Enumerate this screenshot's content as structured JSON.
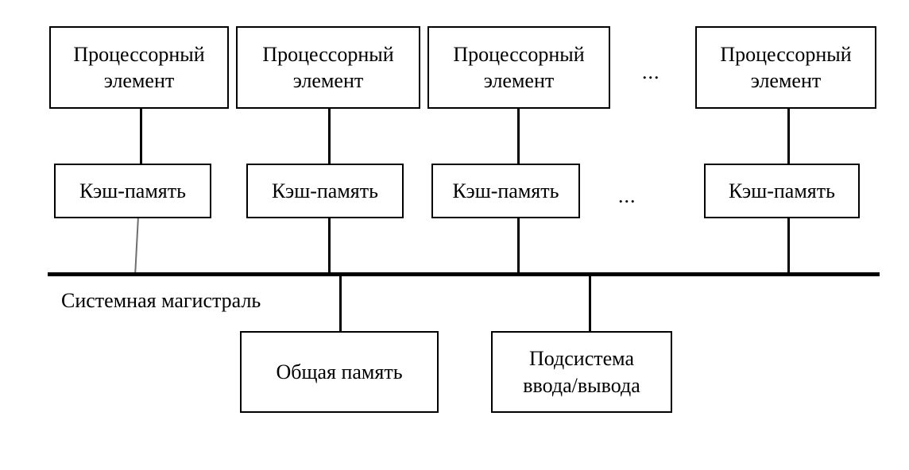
{
  "diagram": {
    "title_text_visible": false,
    "colors": {
      "stroke": "#000000",
      "background": "#ffffff",
      "text": "#000000"
    },
    "processor_row": {
      "label_line1": "Процессорный",
      "label_line2": "элемент",
      "count_shown": 4,
      "ellipsis": "...",
      "nodes": [
        {
          "label_line1": "Процессорный",
          "label_line2": "элемент"
        },
        {
          "label_line1": "Процессорный",
          "label_line2": "элемент"
        },
        {
          "label_line1": "Процессорный",
          "label_line2": "элемент"
        },
        {
          "label_line1": "Процессорный",
          "label_line2": "элемент"
        }
      ]
    },
    "cache_row": {
      "ellipsis": "...",
      "nodes": [
        {
          "label": "Кэш-память"
        },
        {
          "label": "Кэш-память"
        },
        {
          "label": "Кэш-память"
        },
        {
          "label": "Кэш-память"
        }
      ]
    },
    "bus": {
      "label": "Системная магистраль"
    },
    "peripheral_row": {
      "nodes": [
        {
          "label_line1": "Общая память",
          "label_line2": ""
        },
        {
          "label_line1": "Подсистема",
          "label_line2": "ввода/вывода"
        }
      ]
    }
  }
}
